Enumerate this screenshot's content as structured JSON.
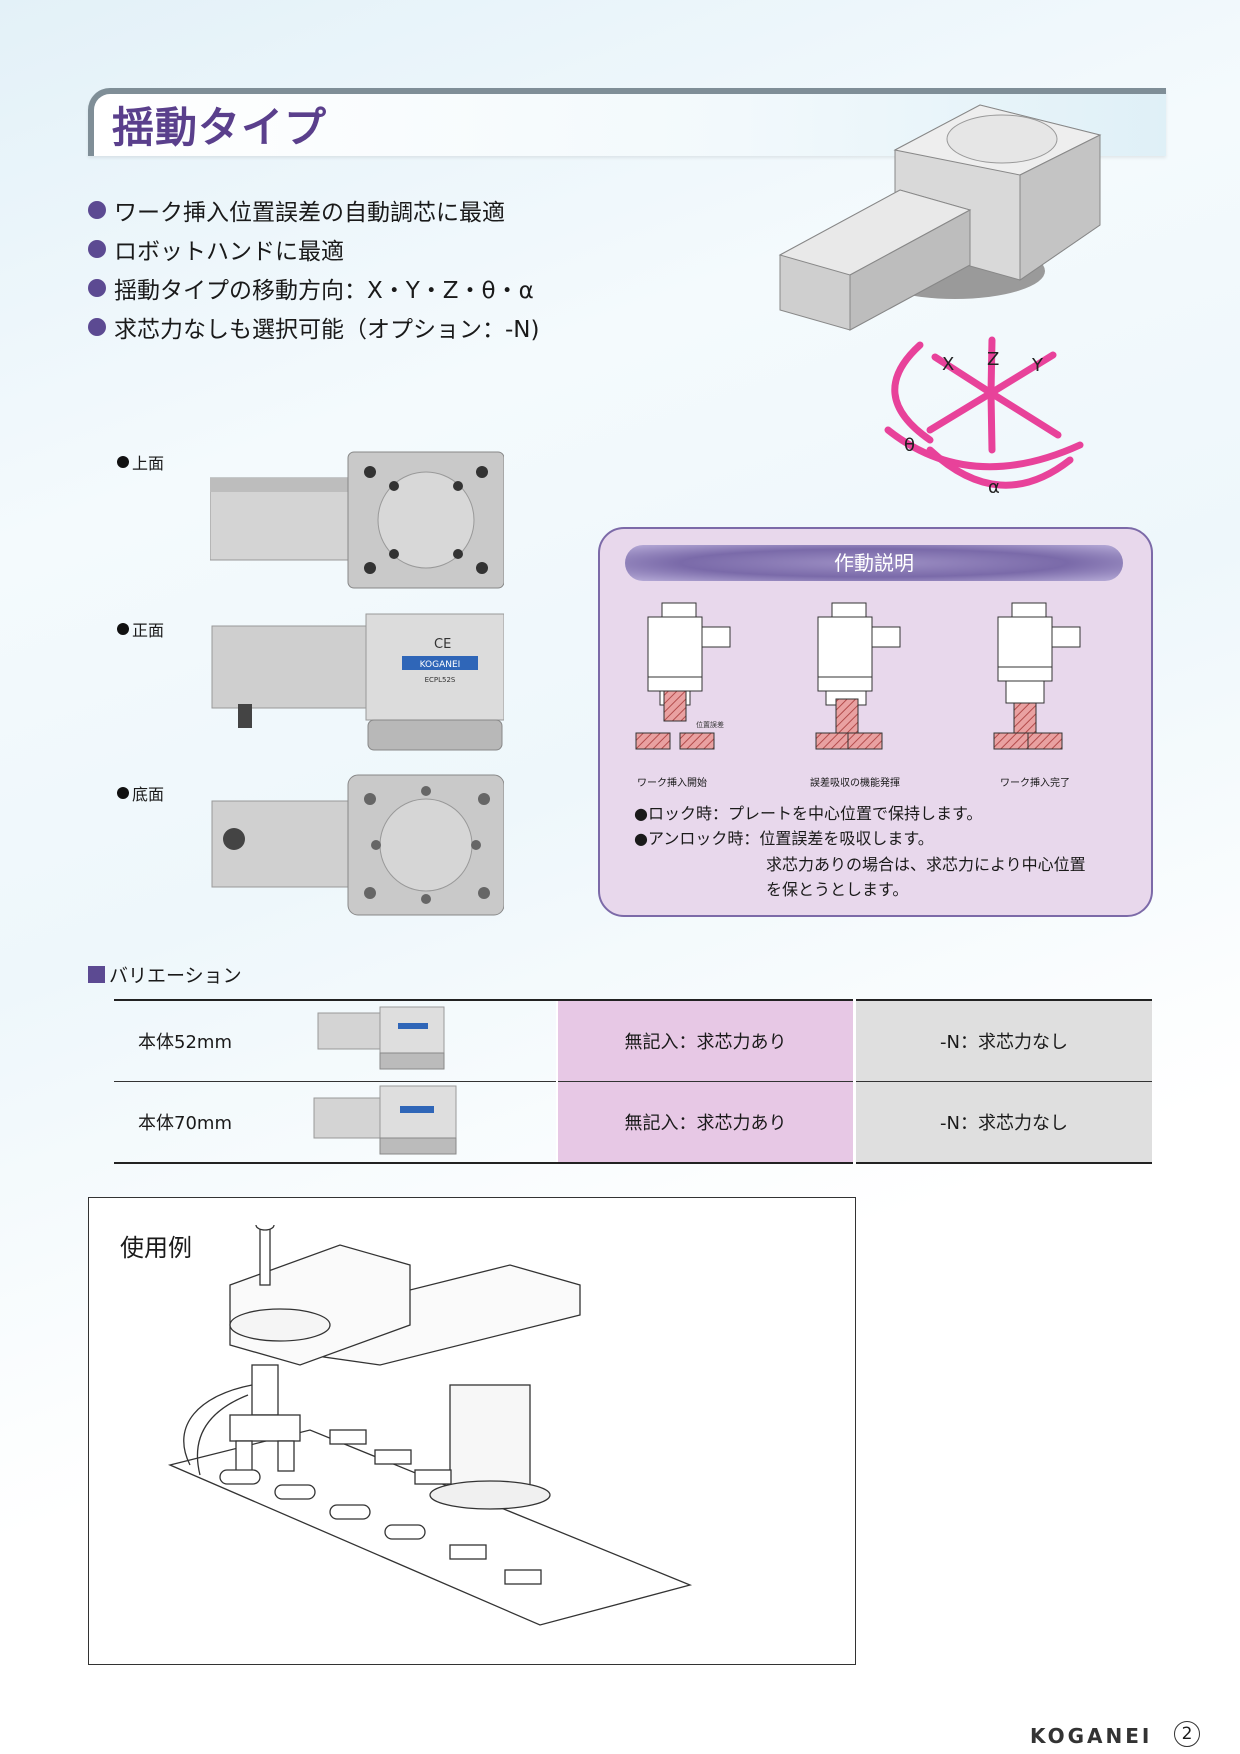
{
  "header": {
    "title": "揺動タイプ"
  },
  "features": [
    "ワーク挿入位置誤差の自動調芯に最適",
    "ロボットハンドに最適",
    "揺動タイプの移動方向：X・Y・Z・θ・α",
    "求芯力なしも選択可能（オプション：-N)"
  ],
  "axes": {
    "x": "X",
    "y": "Y",
    "z": "Z",
    "theta": "θ",
    "alpha": "α"
  },
  "views": {
    "top": "上面",
    "front": "正面",
    "bottom": "底面"
  },
  "product_label": {
    "brand": "KOGANEI",
    "model": "ECPL52S"
  },
  "operation": {
    "title": "作動説明",
    "steps": [
      "ワーク挿入開始",
      "誤差吸収の機能発揮",
      "ワーク挿入完了"
    ],
    "annotation": "位置誤差",
    "lock": "●ロック時：プレートを中心位置で保持します。",
    "unlock": "●アンロック時：位置誤差を吸収します。",
    "unlock_cont1": "求芯力ありの場合は、求芯力により中心位置",
    "unlock_cont2": "を保とうとします。"
  },
  "variation": {
    "heading": "バリエーション",
    "rows": [
      {
        "size": "本体52mm",
        "opt_default": "無記入：求芯力あり",
        "opt_n": "-N：求芯力なし"
      },
      {
        "size": "本体70mm",
        "opt_default": "無記入：求芯力あり",
        "opt_n": "-N：求芯力なし"
      }
    ]
  },
  "usage": {
    "title": "使用例"
  },
  "footer": {
    "brand": "KOGANEI",
    "page": "2"
  },
  "colors": {
    "accent": "#5c4a92",
    "title": "#5a3f8c",
    "pink": "#e7c8e5",
    "panel": "#e8d8ec",
    "arrow": "#e8429a"
  }
}
